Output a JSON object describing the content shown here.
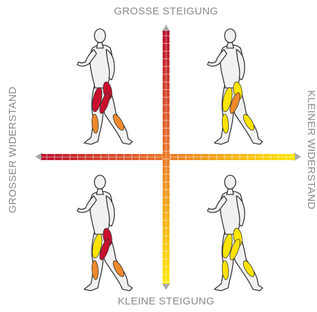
{
  "labels": {
    "top": "GROSSE STEIGUNG",
    "bottom": "KLEINE STEIGUNG",
    "left": "GROSSER WIDERSTAND",
    "right": "KLEINER WIDERSTAND"
  },
  "colors": {
    "high": "#c8102e",
    "mid": "#ee8a2a",
    "low": "#ffe400",
    "arrow": "#a8a8a8",
    "text": "#8a8a8a",
    "figure": "#f1f1f1",
    "outline": "#333333"
  },
  "quadrants": [
    {
      "id": "top-left",
      "muscles": {
        "thigh_back": "high",
        "thigh_front": "high",
        "hip": "high",
        "calf": "mid",
        "shin": "mid"
      }
    },
    {
      "id": "top-right",
      "muscles": {
        "thigh_back": "mid",
        "thigh_front": "low",
        "hip": "low",
        "calf": "low",
        "shin": "low"
      }
    },
    {
      "id": "bottom-left",
      "muscles": {
        "thigh_back": "high",
        "thigh_front": "low",
        "hip": "high",
        "calf": "mid",
        "shin": "mid"
      }
    },
    {
      "id": "bottom-right",
      "muscles": {
        "thigh_back": "low",
        "thigh_front": "low",
        "hip": "low",
        "calf": "low",
        "shin": "low"
      }
    }
  ]
}
